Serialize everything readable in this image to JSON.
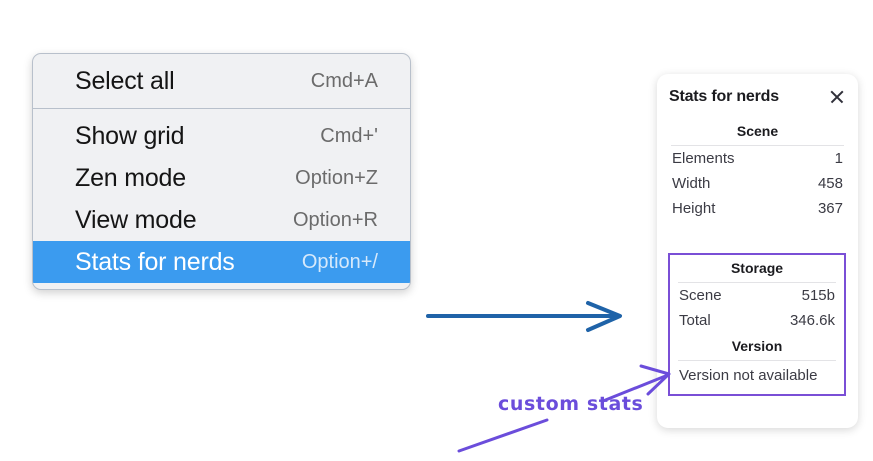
{
  "context_menu": {
    "name": "canvas-context-menu",
    "sections": [
      {
        "items": [
          {
            "label": "Select all",
            "shortcut": "Cmd+A",
            "selected": false
          }
        ]
      },
      {
        "items": [
          {
            "label": "Show grid",
            "shortcut": "Cmd+'",
            "selected": false
          },
          {
            "label": "Zen mode",
            "shortcut": "Option+Z",
            "selected": false
          },
          {
            "label": "View mode",
            "shortcut": "Option+R",
            "selected": false
          },
          {
            "label": "Stats for nerds",
            "shortcut": "Option+/",
            "selected": true
          }
        ]
      }
    ]
  },
  "stats_panel": {
    "title": "Stats for nerds",
    "close_icon": "close-icon",
    "scene": {
      "heading": "Scene",
      "rows": [
        {
          "key": "Elements",
          "value": "1"
        },
        {
          "key": "Width",
          "value": "458"
        },
        {
          "key": "Height",
          "value": "367"
        }
      ]
    },
    "storage": {
      "heading": "Storage",
      "rows": [
        {
          "key": "Scene",
          "value": "515b"
        },
        {
          "key": "Total",
          "value": "346.6k"
        }
      ]
    },
    "version": {
      "heading": "Version",
      "note": "Version not available"
    }
  },
  "annotations": {
    "custom_stats_label": "custom stats",
    "blue_arrow": "arrow-right-icon",
    "purple_arrow": "arrow-up-right-icon",
    "purple_underline": "underline-stroke"
  },
  "colors": {
    "menu_background": "#f0f1f3",
    "menu_border": "#b8c0cb",
    "selected_row": "#3b9bef",
    "selected_text": "#ffffff",
    "shortcut_text": "#6b6b6b",
    "panel_background": "#ffffff",
    "highlight_border": "#7a4fd6",
    "annotation_purple": "#6b4ddb",
    "annotation_blue": "#1f63a8"
  }
}
